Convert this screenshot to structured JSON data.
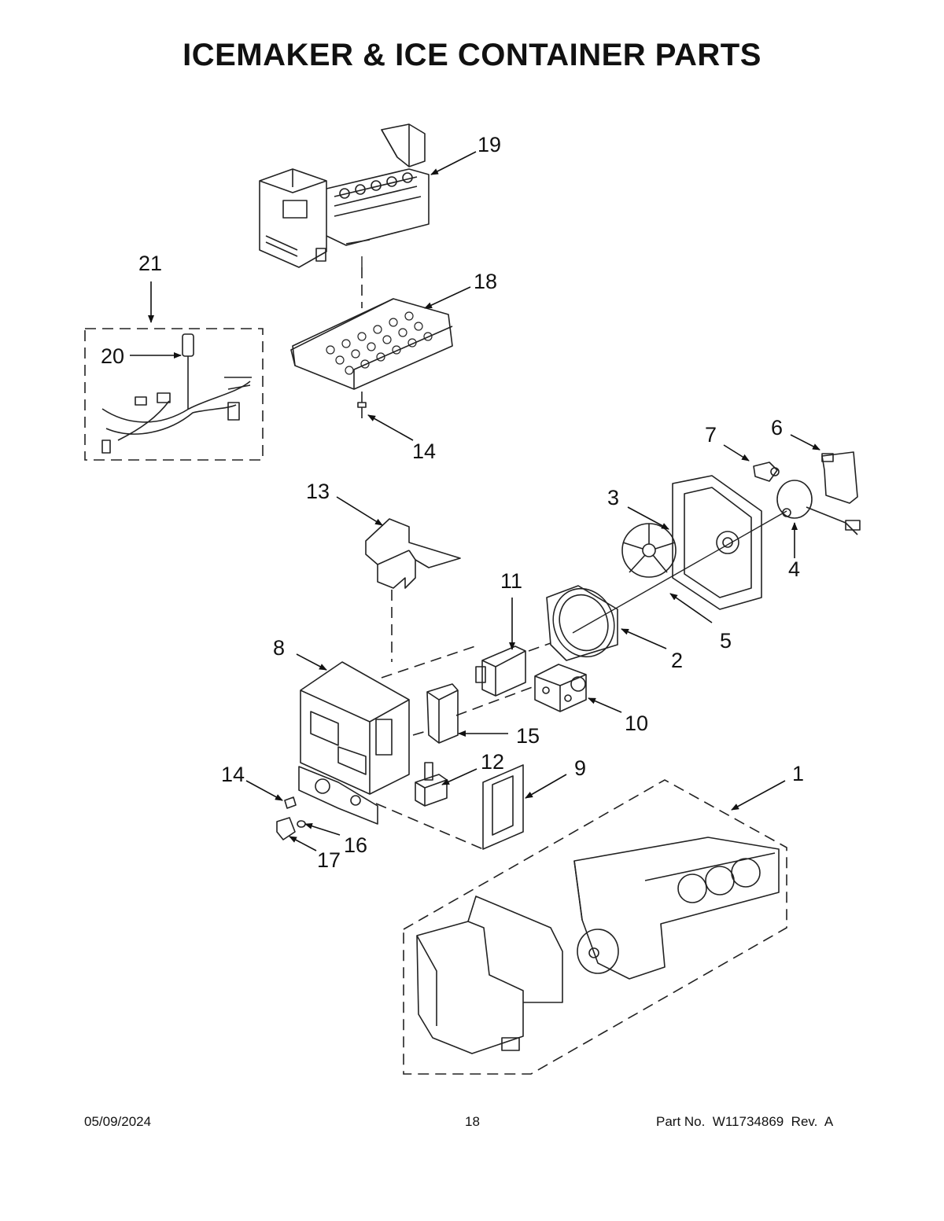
{
  "page": {
    "title": "ICEMAKER & ICE CONTAINER PARTS"
  },
  "callouts": {
    "c1": "1",
    "c2": "2",
    "c3": "3",
    "c4": "4",
    "c5": "5",
    "c6": "6",
    "c7": "7",
    "c8": "8",
    "c9": "9",
    "c10": "10",
    "c11": "11",
    "c12": "12",
    "c13": "13",
    "c14_top": "14",
    "c14_left": "14",
    "c15": "15",
    "c16": "16",
    "c17": "17",
    "c18": "18",
    "c19": "19",
    "c20": "20",
    "c21": "21"
  },
  "footer": {
    "date": "05/09/2024",
    "page_number": "18",
    "part_no": "Part No.  W11734869  Rev.  A"
  }
}
